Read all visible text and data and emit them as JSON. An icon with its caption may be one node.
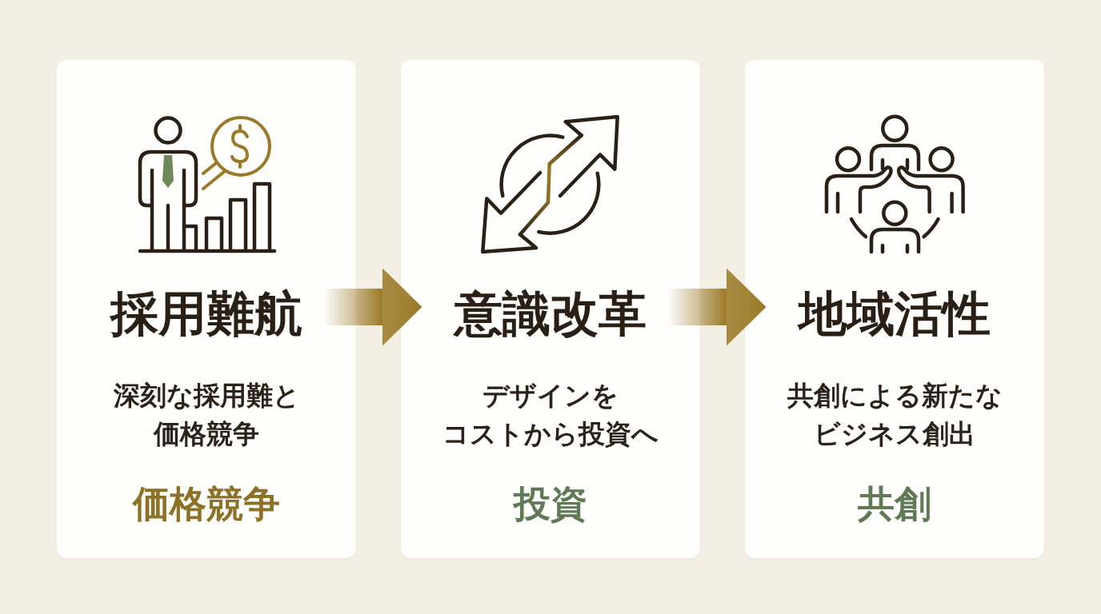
{
  "diagram": {
    "nodes": [
      {
        "text": [
          "採用難航",
          "深刻な採用難と価格競争",
          "価格競争"
        ]
      },
      {
        "text": [
          "意識改革",
          "デザインをコストから投資へ",
          "投資"
        ]
      },
      {
        "text": [
          "地域活性",
          "共創による新たなビジネス創出",
          "共創"
        ]
      }
    ],
    "edges": [
      {
        "from": 0,
        "to": 1,
        "arrow": "to"
      },
      {
        "from": 1,
        "to": 2,
        "arrow": "to"
      }
    ]
  }
}
